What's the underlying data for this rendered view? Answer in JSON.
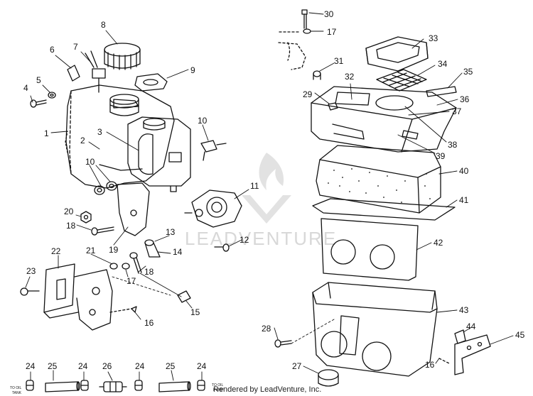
{
  "callouts": [
    "1",
    "2",
    "3",
    "4",
    "5",
    "6",
    "7",
    "8",
    "9",
    "10",
    "10",
    "11",
    "12",
    "13",
    "14",
    "15",
    "16",
    "16",
    "17",
    "17",
    "18",
    "18",
    "19",
    "20",
    "21",
    "22",
    "23",
    "24",
    "24",
    "24",
    "24",
    "24",
    "25",
    "25",
    "26",
    "27",
    "28",
    "29",
    "30",
    "31",
    "32",
    "33",
    "34",
    "35",
    "36",
    "37",
    "38",
    "39",
    "40",
    "41",
    "42",
    "43",
    "44",
    "45"
  ],
  "line_labels": {
    "to_oil_tank": [
      "TO OIL",
      "TANK"
    ],
    "to_oil_pump": [
      "TO OIL",
      "PUMP"
    ]
  },
  "watermark": "LEADVENTURE",
  "credit": "Rendered by LeadVenture, Inc."
}
